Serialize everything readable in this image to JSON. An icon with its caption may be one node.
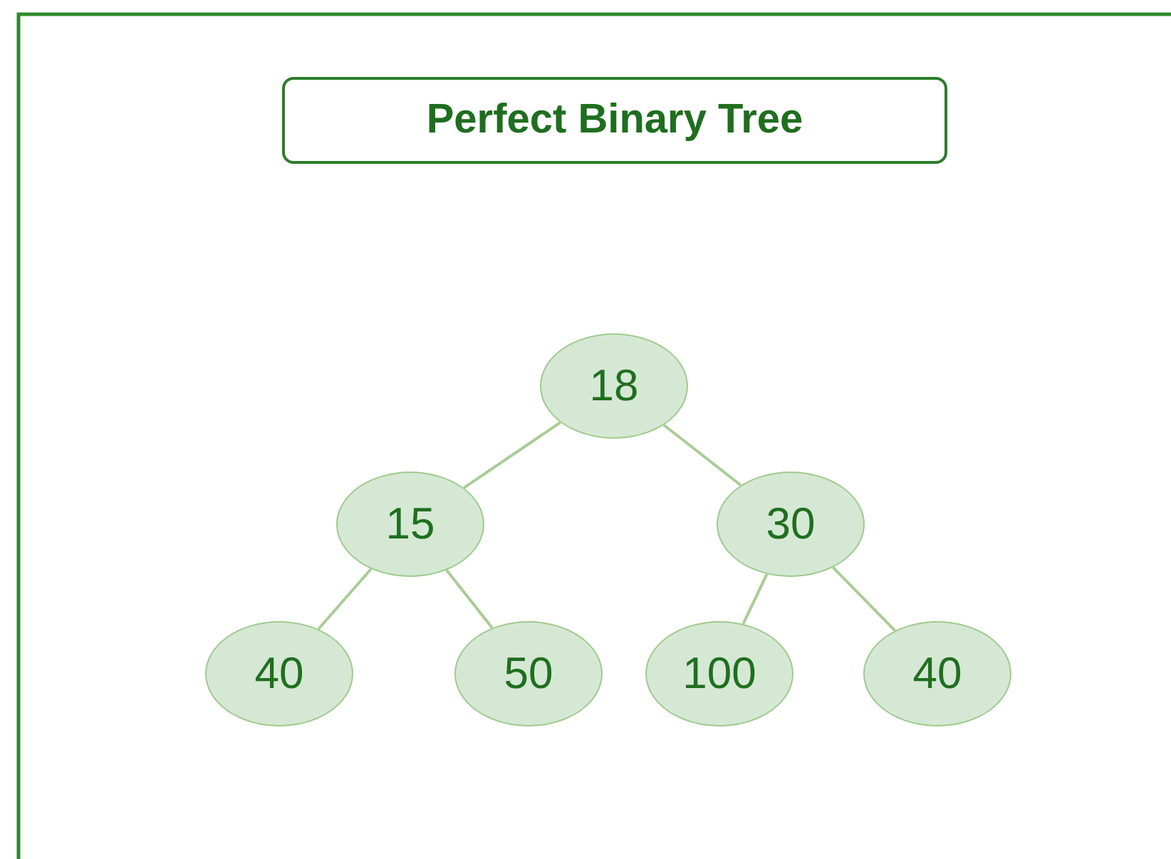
{
  "diagram": {
    "title": "Perfect Binary Tree",
    "nodes": [
      {
        "text": [
          "18"
        ]
      },
      {
        "text": [
          "15"
        ]
      },
      {
        "text": [
          "30"
        ]
      },
      {
        "text": [
          "40"
        ]
      },
      {
        "text": [
          "50"
        ]
      },
      {
        "text": [
          "100"
        ]
      },
      {
        "text": [
          "40"
        ]
      }
    ],
    "edges": [
      {
        "from": 0,
        "to": 1,
        "arrow": "none"
      },
      {
        "from": 0,
        "to": 2,
        "arrow": "none"
      },
      {
        "from": 1,
        "to": 3,
        "arrow": "none"
      },
      {
        "from": 1,
        "to": 4,
        "arrow": "none"
      },
      {
        "from": 2,
        "to": 5,
        "arrow": "none"
      },
      {
        "from": 2,
        "to": 6,
        "arrow": "none"
      }
    ]
  }
}
